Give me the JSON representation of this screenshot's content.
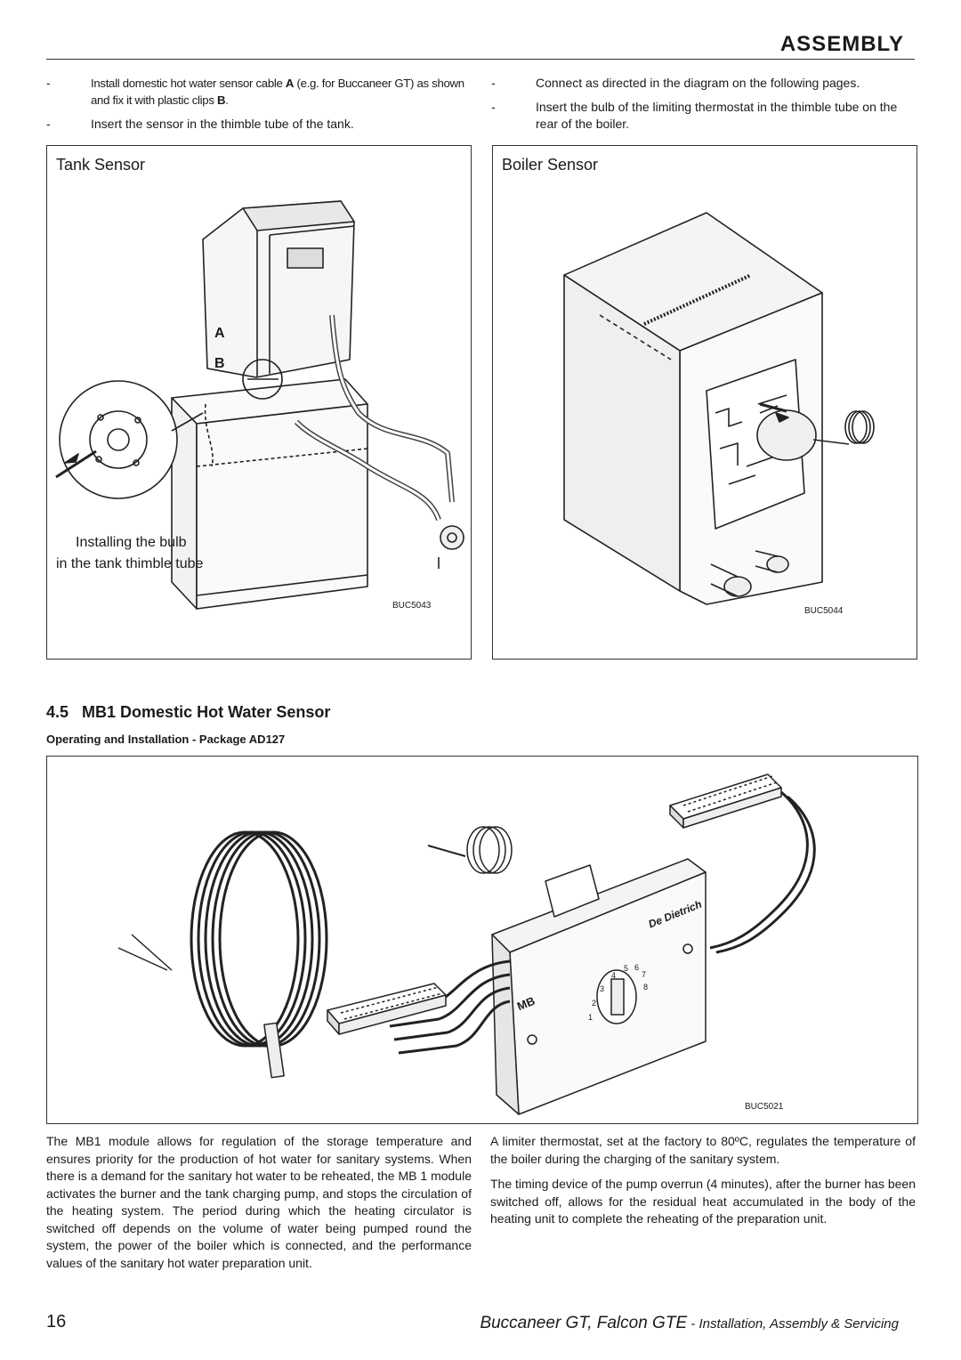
{
  "header": {
    "title": "ASSEMBLY"
  },
  "instructions": {
    "left": [
      {
        "dash": "-",
        "parts": {
          "a": "Install domestic hot water sensor cable ",
          "b": "A",
          "c": " (e.g. for Buccaneer GT) as shown and fix it with plastic clips ",
          "d": "B",
          "e": "."
        }
      },
      {
        "dash": "-",
        "text": "Insert the sensor in the thimble tube of the tank."
      }
    ],
    "right": [
      {
        "dash": "-",
        "text": "Connect as directed in the diagram on the following pages."
      },
      {
        "dash": "-",
        "text": "Insert the bulb of the limiting thermostat in the thimble tube on the rear of the boiler."
      }
    ]
  },
  "figures": {
    "tank": {
      "title": "Tank Sensor",
      "label_a": "A",
      "label_b": "B",
      "caption_line1": "Installing the bulb",
      "caption_line2": "in the tank thimble tube",
      "ref": "BUC5043"
    },
    "boiler": {
      "title": "Boiler Sensor",
      "ref": "BUC5044"
    },
    "mb1": {
      "ref": "BUC5021",
      "module_label": "MB",
      "brand": "De Dietrich",
      "dial_numbers": [
        "1",
        "2",
        "3",
        "4",
        "5",
        "6",
        "7",
        "8"
      ]
    }
  },
  "section": {
    "number": "4.5",
    "title": "MB1 Domestic Hot Water Sensor",
    "subtitle": "Operating and Installation - Package AD127"
  },
  "body": {
    "left": "The MB1 module allows for regulation of the storage temperature and ensures priority for the production of hot water for sanitary systems. When there is a demand for the sanitary hot water to be reheated, the MB 1 module activates the burner and the tank charging pump, and stops the circulation of the heating system. The period during which the heating circulator is switched off depends on the volume of water being pumped round the system, the power of the boiler which is connected, and the performance values of the sanitary hot water preparation unit.",
    "right_p1": "A limiter thermostat, set at the factory to 80ºC, regulates the temperature of the boiler during the charging of the sanitary system.",
    "right_p2": "The timing device of the pump overrun (4 minutes), after the burner has been switched off, allows for the residual heat accumulated in the body of the heating unit to complete the reheating of the preparation unit."
  },
  "footer": {
    "page": "16",
    "title_main": "Buccaneer GT, Falcon GTE",
    "title_sub": " - Installation, Assembly & Servicing"
  }
}
